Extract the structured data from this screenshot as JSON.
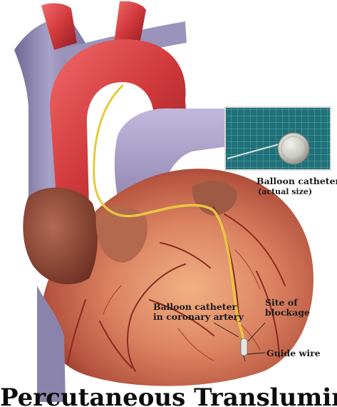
{
  "labels": {
    "inset_caption_line1": "Balloon catheter",
    "inset_caption_line2": "(actual size)",
    "artery_line1": "Balloon catheter",
    "artery_line2": "in coronary artery",
    "site_line1": "Site of",
    "site_line2": "blockage",
    "guide_wire": "Guide wire"
  },
  "headline": "Percutaneous Transluminal",
  "colors": {
    "heart_base": "#c8644a",
    "heart_light": "#eaa07a",
    "heart_dark": "#8a2e24",
    "aorta": "#d23a3c",
    "vena_cava": "#8e88b0",
    "pulmonary": "#a79ac2",
    "catheter": "#f2d84a",
    "inset_grid": "#1f7078"
  }
}
